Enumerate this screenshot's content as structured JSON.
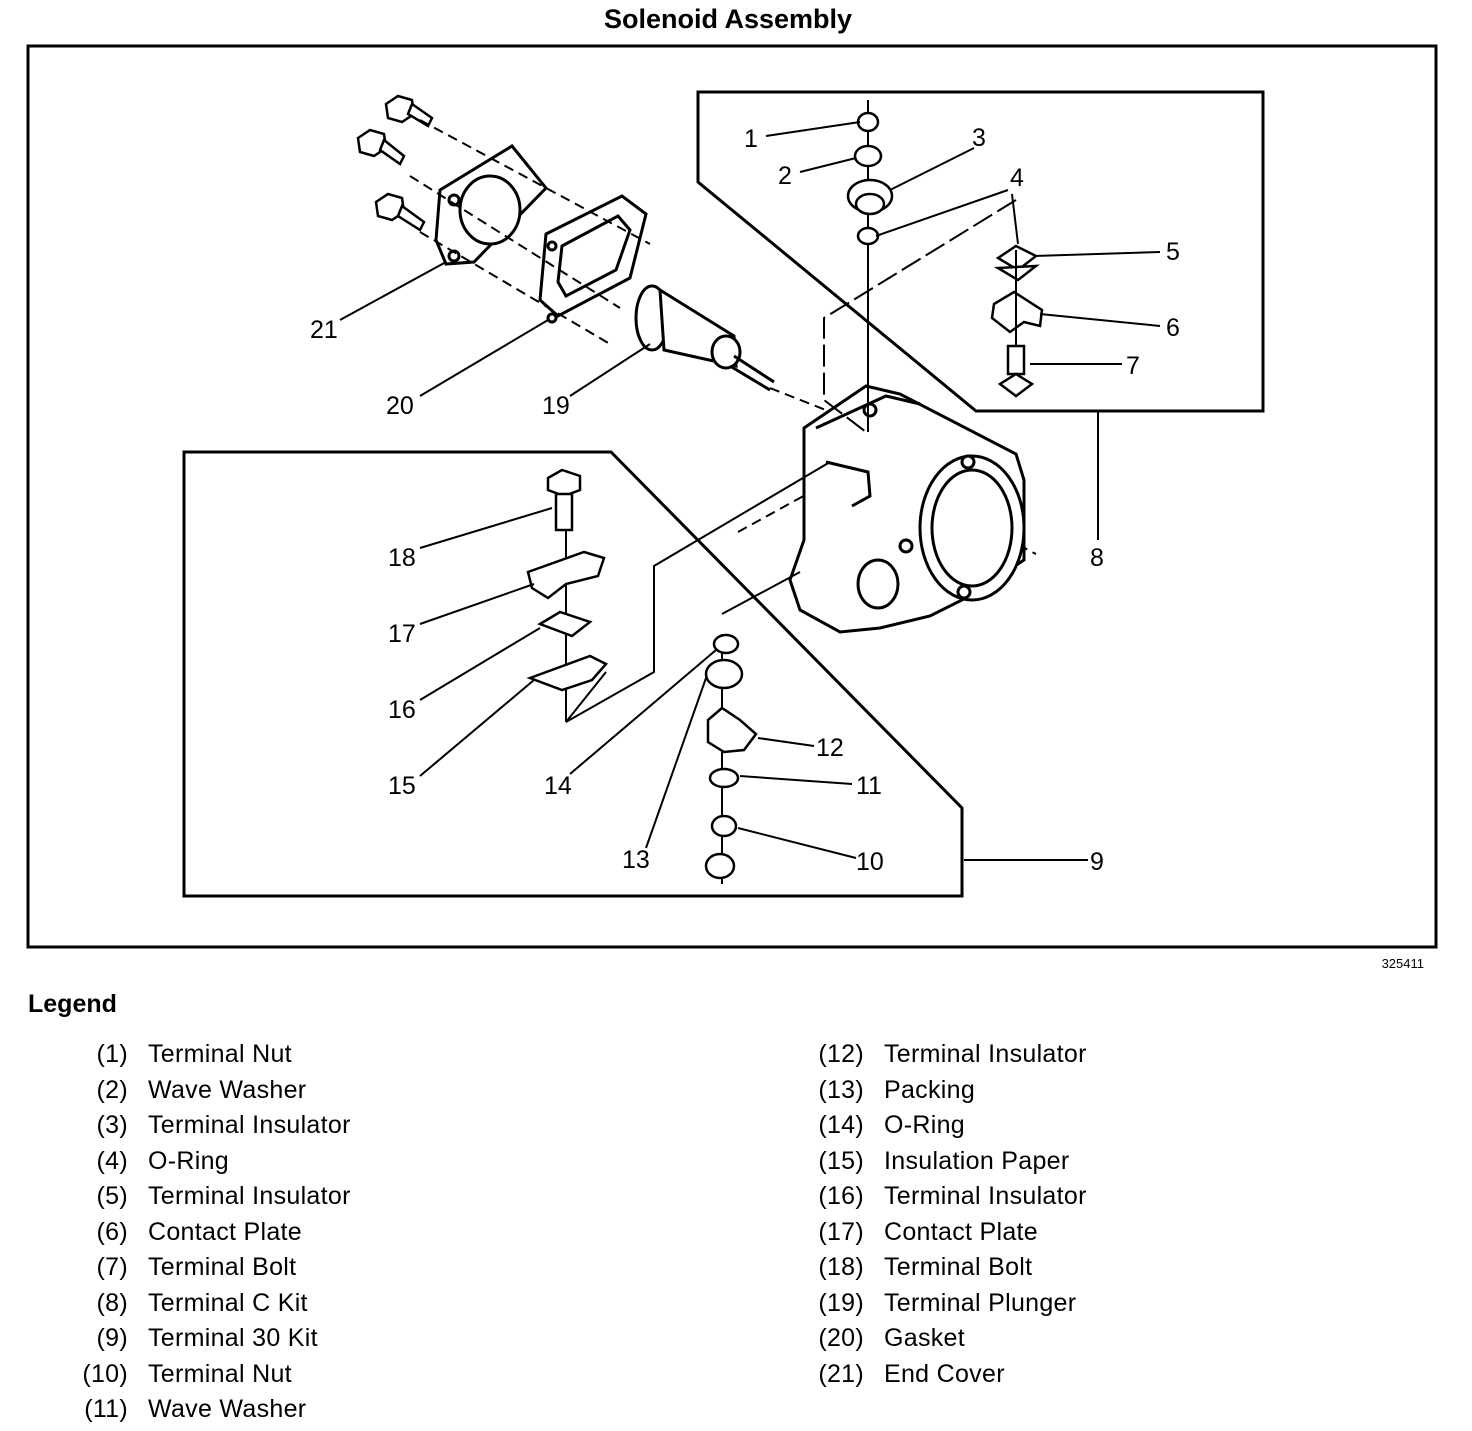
{
  "title": "Solenoid Assembly",
  "figure_id": "325411",
  "legend_title": "Legend",
  "legend": [
    {
      "num": "(1)",
      "label": "Terminal Nut"
    },
    {
      "num": "(2)",
      "label": "Wave Washer"
    },
    {
      "num": "(3)",
      "label": "Terminal Insulator"
    },
    {
      "num": "(4)",
      "label": "O-Ring"
    },
    {
      "num": "(5)",
      "label": "Terminal Insulator"
    },
    {
      "num": "(6)",
      "label": "Contact Plate"
    },
    {
      "num": "(7)",
      "label": "Terminal Bolt"
    },
    {
      "num": "(8)",
      "label": "Terminal C Kit"
    },
    {
      "num": "(9)",
      "label": "Terminal 30 Kit"
    },
    {
      "num": "(10)",
      "label": "Terminal Nut"
    },
    {
      "num": "(11)",
      "label": "Wave Washer"
    },
    {
      "num": "(12)",
      "label": "Terminal Insulator"
    },
    {
      "num": "(13)",
      "label": "Packing"
    },
    {
      "num": "(14)",
      "label": "O-Ring"
    },
    {
      "num": "(15)",
      "label": "Insulation Paper"
    },
    {
      "num": "(16)",
      "label": "Terminal Insulator"
    },
    {
      "num": "(17)",
      "label": "Contact Plate"
    },
    {
      "num": "(18)",
      "label": "Terminal Bolt"
    },
    {
      "num": "(19)",
      "label": "Terminal Plunger"
    },
    {
      "num": "(20)",
      "label": "Gasket"
    },
    {
      "num": "(21)",
      "label": "End Cover"
    }
  ],
  "callouts": [
    "1",
    "2",
    "3",
    "4",
    "5",
    "6",
    "7",
    "8",
    "9",
    "10",
    "11",
    "12",
    "13",
    "14",
    "15",
    "16",
    "17",
    "18",
    "19",
    "20",
    "21"
  ]
}
